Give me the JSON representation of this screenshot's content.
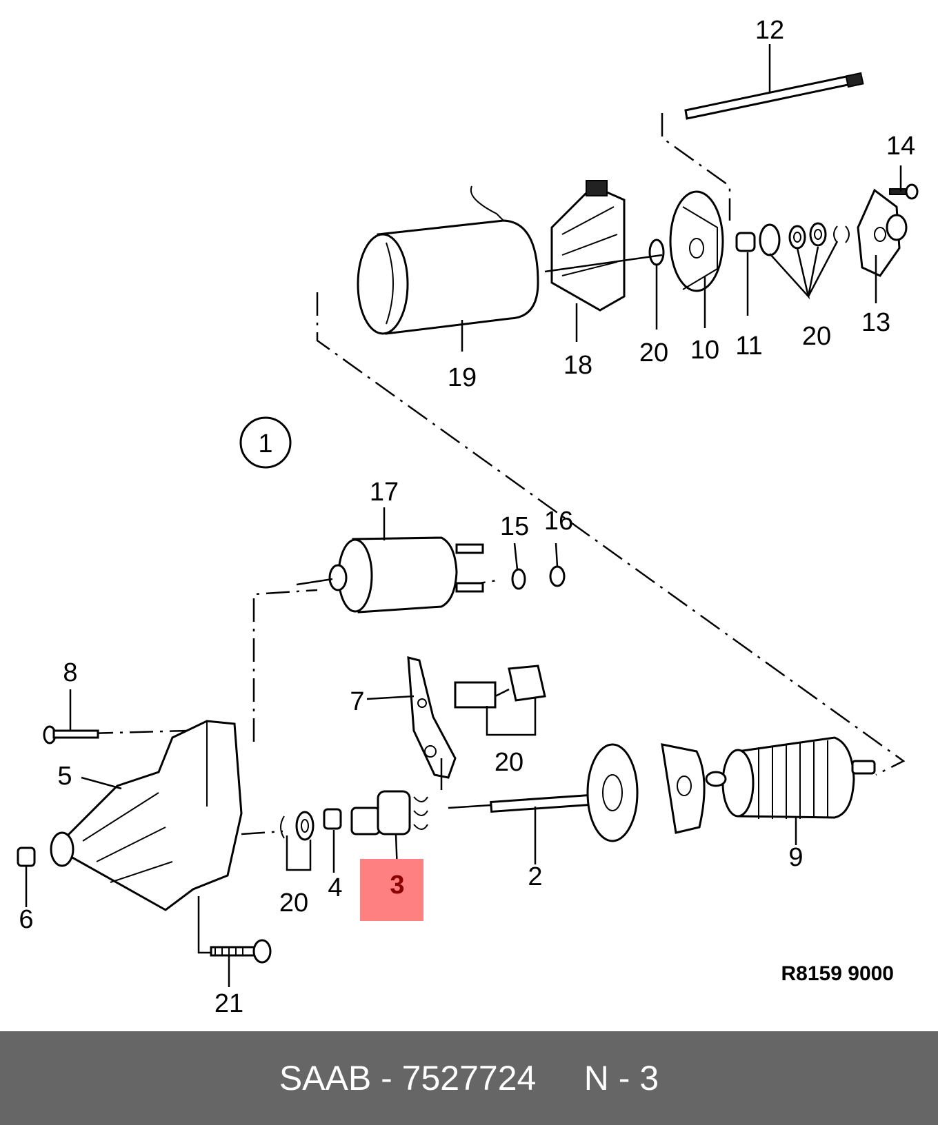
{
  "diagram": {
    "assembly_marker": "1",
    "drawing_code": "R8159 9000",
    "highlight_color": "#ff8080",
    "labels": {
      "p12": "12",
      "p14": "14",
      "p13": "13",
      "p10": "10",
      "p11": "11",
      "p20_top_a": "20",
      "p20_top_b": "20",
      "p19": "19",
      "p18": "18",
      "p17": "17",
      "p15": "15",
      "p16": "16",
      "p8": "8",
      "p7": "7",
      "p20_mid": "20",
      "p5": "5",
      "p6": "6",
      "p20_low": "20",
      "p4": "4",
      "p3": "3",
      "p2": "2",
      "p9": "9",
      "p21": "21"
    }
  },
  "footer": {
    "brand": "SAAB",
    "separator": " - ",
    "part_number": "7527724",
    "gap": "     ",
    "position": "N - 3",
    "background": "#666666"
  }
}
